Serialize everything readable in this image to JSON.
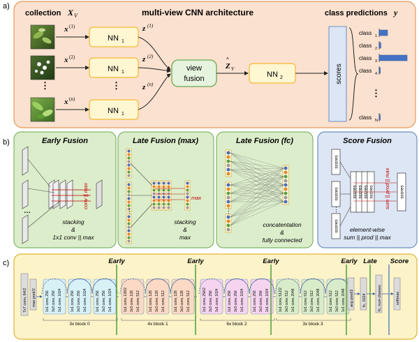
{
  "panel_a": {
    "marker": "a)",
    "collection_label": "collection",
    "collection_symbol": "X",
    "collection_sub": "V",
    "arch_title": "multi-view  CNN architecture",
    "class_pred_label": "class predictions",
    "class_pred_symbol": "y",
    "inputs": [
      {
        "x": "x",
        "sup": "(1)",
        "nn": "NN",
        "nn_sub": "1",
        "z": "z",
        "zsup": "(1)"
      },
      {
        "x": "x",
        "sup": "(2)",
        "nn": "NN",
        "nn_sub": "1",
        "z": "z",
        "zsup": "(2)"
      },
      {
        "x": "x",
        "sup": "(n)",
        "nn": "NN",
        "nn_sub": "1",
        "z": "z",
        "zsup": "(n)"
      }
    ],
    "dots": "⋮",
    "view_fusion": [
      "view",
      "fusion"
    ],
    "zhat": "Z",
    "zhat_sub": "V",
    "nn2": "NN",
    "nn2_sub": "2",
    "scores": "scores",
    "classes": [
      {
        "label": "class",
        "sub": "1",
        "value": 0.3
      },
      {
        "label": "class",
        "sub": "2",
        "value": 0.06
      },
      {
        "label": "class",
        "sub": "3",
        "value": 1.0
      },
      {
        "label": "class",
        "sub": "4",
        "value": 0.04
      },
      {
        "label": "class",
        "sub": "N",
        "value": 0.02
      }
    ],
    "class_dots": "⋮"
  },
  "panel_b": {
    "marker": "b)",
    "early": {
      "title": "Early Fusion",
      "max_label": "conv || max",
      "caption": [
        "stacking",
        "&",
        "1x1 conv || max"
      ]
    },
    "late_max": {
      "title": "Late Fusion (max)",
      "max_label": "max",
      "caption": [
        "stacking",
        "&",
        "max"
      ]
    },
    "late_fc": {
      "title": "Late Fusion (fc)",
      "caption": [
        "concatentation",
        "&",
        "fully connected"
      ]
    },
    "score": {
      "title": "Score Fusion",
      "box_label": "scores",
      "op_label": "sum || prod || max",
      "caption": [
        "element-wise",
        "sum || prod || max"
      ]
    },
    "colors": {
      "blue": "#4a6fb5",
      "orange": "#e08a2b",
      "green": "#5aa244",
      "gray": "#9a9a9a"
    }
  },
  "panel_c": {
    "marker": "c)",
    "stem": [
      "7x7 conv, 64/2",
      "max pool/2"
    ],
    "early_labels": [
      "Early",
      "Early",
      "Early",
      "Early"
    ],
    "late_label": "Late",
    "score_label": "Score",
    "blocks": [
      {
        "name": "3x block 0",
        "fill": "#d7f1f6",
        "units": [
          [
            "1x1 conv, 256",
            "3x3 conv, 256",
            "1x1 conv, 1024"
          ],
          [
            "1x1 conv, 256",
            "3x3 conv, 256",
            "1x1 conv, 1024"
          ],
          [
            "1x1 conv, 256",
            "3x3 conv, 256",
            "1x1 conv, 1024"
          ]
        ]
      },
      {
        "name": "4x block 1",
        "fill": "#fbd9c4",
        "units": [
          [
            "1x1 conv, 128/2",
            "3x3 conv, 128",
            "1x1 conv, 512"
          ],
          [
            "1x1 conv, 128",
            "3x3 conv, 128",
            "1x1 conv, 512"
          ],
          [
            "1x1 conv, 128",
            "3x3 conv, 128",
            "1x1 conv, 512"
          ]
        ]
      },
      {
        "name": "6x block 2",
        "fill": "#f5d4ef",
        "units": [
          [
            "1x1 conv, 256/2",
            "3x3 conv, 256",
            "1x1 conv, 1024"
          ],
          [
            "1x1 conv, 256",
            "3x3 conv, 256",
            "1x1 conv, 1024"
          ],
          [
            "1x1 conv, 256",
            "3x3 conv, 256",
            "1x1 conv, 1024"
          ]
        ]
      },
      {
        "name": "3x block 3",
        "fill": "#d9ecc9",
        "units": [
          [
            "1x1 conv, 512/2",
            "3x3 conv, 512",
            "1x1 conv, 2048"
          ],
          [
            "1x1 conv, 512",
            "3x3 conv, 512",
            "1x1 conv, 2048"
          ],
          [
            "1x1 conv, 512",
            "3x3 conv, 512",
            "1x1 conv, 2048"
          ]
        ]
      }
    ],
    "tail": [
      "avg pool/2",
      "fc, 1024",
      "fc, num classes",
      "softmax"
    ]
  },
  "colors": {
    "panel_a_bg": "#fbe1cf",
    "panel_a_border": "#e39a5c",
    "nn_box": "#fff6d2",
    "nn_border": "#f2b933",
    "fusion_box": "#e6f3de",
    "fusion_border": "#6aa84f",
    "bar_fill": "#4472c4",
    "green_panel": "#dcedcb",
    "green_border": "#82b366",
    "blue_panel": "#dce6f4",
    "blue_border": "#6c8ebf",
    "yellow_panel": "#fdf3c8",
    "yellow_border": "#e0b437",
    "divider_green": "#5aa244",
    "red": "#c00000"
  }
}
